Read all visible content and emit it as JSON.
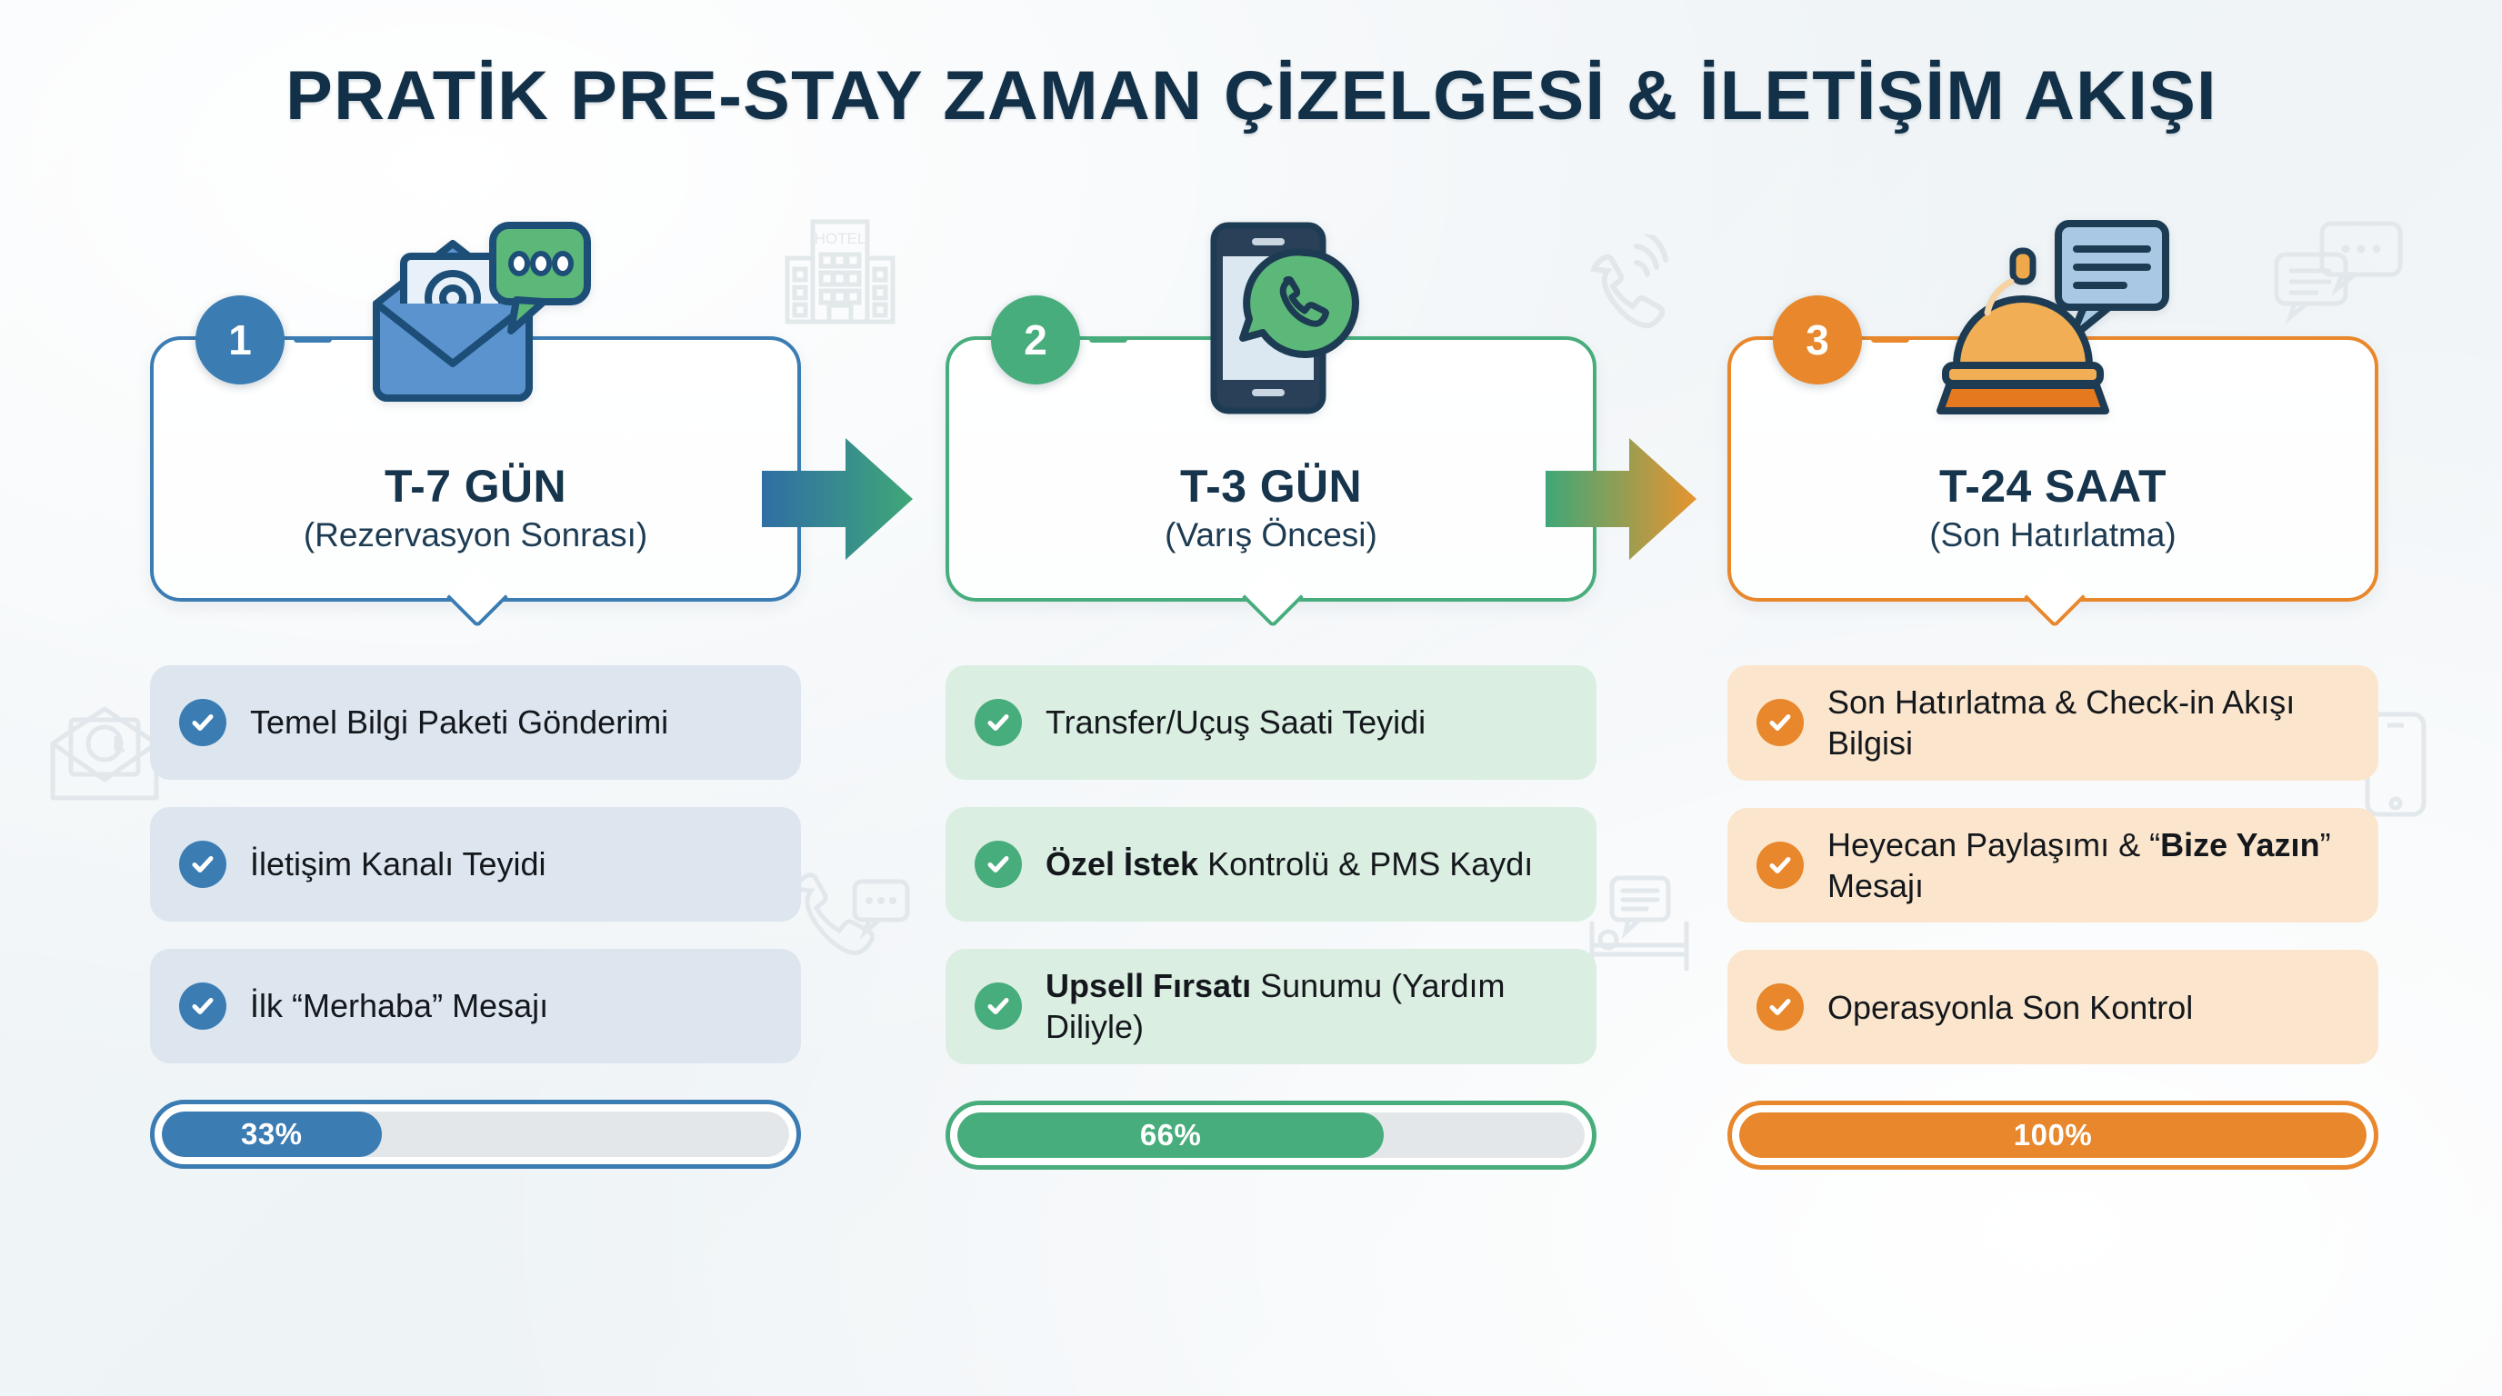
{
  "header": {
    "title": "PRATİK PRE-STAY ZAMAN ÇİZELGESİ & İLETİŞİM AKIŞI"
  },
  "theme": {
    "stage1_accent": "#3b7cb3",
    "stage1_pill_bg": "#dde6ee",
    "stage2_accent": "#48ad7c",
    "stage2_pill_bg": "#dbeee2",
    "stage3_accent": "#e8872b",
    "stage3_pill_bg": "#fbe6cd",
    "title_color": "#123047",
    "background": "#eef3f6"
  },
  "stages": [
    {
      "number": "1",
      "title": "T-7 GÜN",
      "subtitle": "(Rezervasyon Sonrası)",
      "icon": "envelope-at-chat-icon",
      "items": [
        {
          "prefix": "",
          "text": "Temel Bilgi Paketi Gönderimi"
        },
        {
          "prefix": "",
          "text": "İletişim Kanalı Teyidi"
        },
        {
          "prefix": "",
          "text": "İlk “Merhaba” Mesajı"
        }
      ],
      "progress": {
        "label": "33%",
        "value": 33,
        "fill_percent": 35
      }
    },
    {
      "number": "2",
      "title": "T-3 GÜN",
      "subtitle": "(Varış Öncesi)",
      "icon": "phone-whatsapp-icon",
      "items": [
        {
          "prefix": "",
          "text": "Transfer/Uçuş Saati Teyidi"
        },
        {
          "prefix": "Özel İstek",
          "text": " Kontrolü & PMS Kaydı"
        },
        {
          "prefix": "Upsell Fırsatı",
          "text": " Sunumu (Yardım Diliyle)"
        }
      ],
      "progress": {
        "label": "66%",
        "value": 66,
        "fill_percent": 68
      }
    },
    {
      "number": "3",
      "title": "T-24 SAAT",
      "subtitle": "(Son Hatırlatma)",
      "icon": "service-bell-chat-icon",
      "items": [
        {
          "prefix": "",
          "text": "Son Hatırlatma & Check-in Akışı Bilgisi"
        },
        {
          "prefix": "",
          "text": "Heyecan Paylaşımı & “Bize Yazın” Mesajı",
          "bold_segment": "Bize Yazın"
        },
        {
          "prefix": "",
          "text": "Operasyonla Son Kontrol"
        }
      ],
      "progress": {
        "label": "100%",
        "value": 100,
        "fill_percent": 100
      }
    }
  ],
  "connectors": [
    {
      "name": "arrow-stage1-to-stage2",
      "from_color": "#2f6ea4",
      "to_color": "#3fa778"
    },
    {
      "name": "arrow-stage2-to-stage3",
      "from_color": "#3fa778",
      "to_color": "#e8942f"
    }
  ],
  "watermarks": [
    {
      "name": "hotel-building-watermark"
    },
    {
      "name": "phone-ringing-watermark"
    },
    {
      "name": "chat-bubbles-watermark"
    },
    {
      "name": "envelope-at-watermark"
    },
    {
      "name": "phone-chat-watermark"
    },
    {
      "name": "bed-chat-watermark"
    },
    {
      "name": "smartphone-watermark"
    }
  ]
}
